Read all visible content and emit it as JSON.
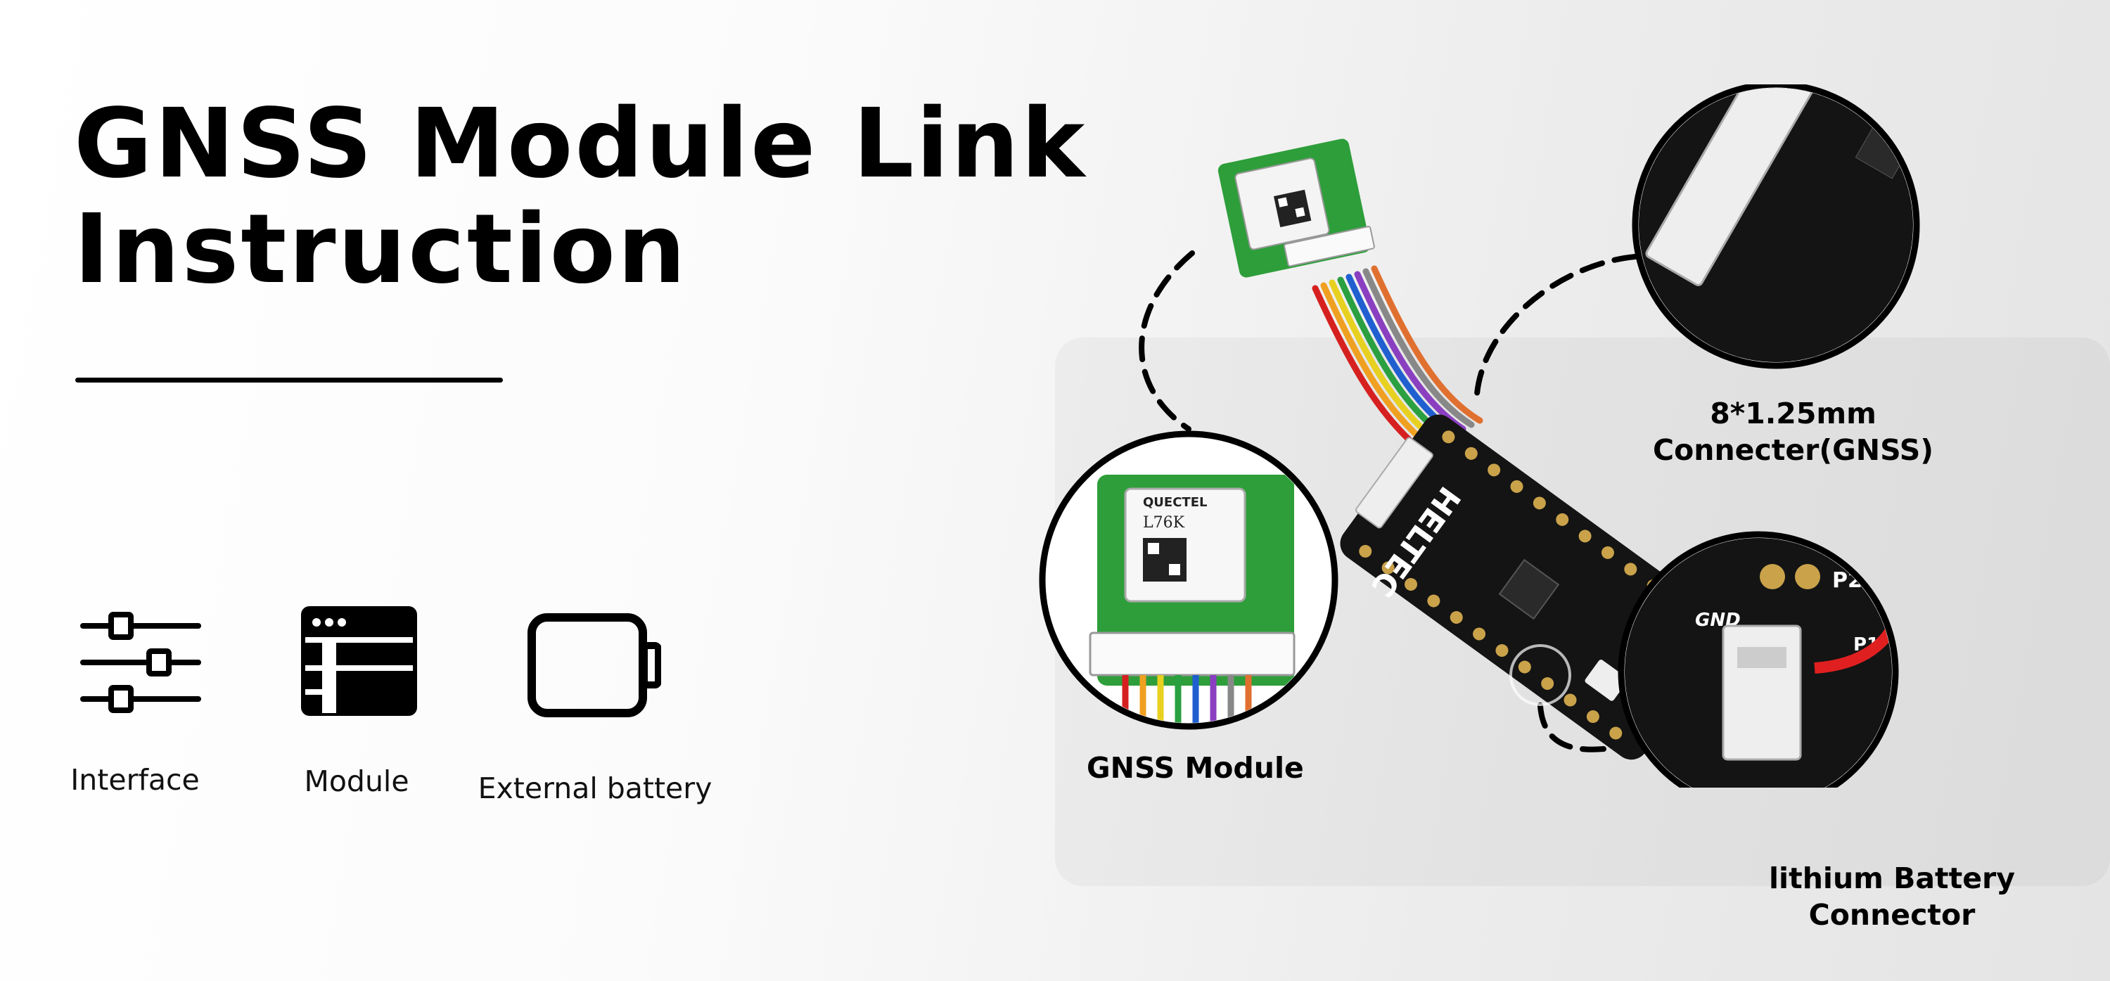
{
  "header": {
    "title_line1": "GNSS Module Link",
    "title_line2": "Instruction"
  },
  "features": [
    {
      "icon": "sliders-icon",
      "label": "Interface"
    },
    {
      "icon": "module-layout-icon",
      "label": "Module"
    },
    {
      "icon": "battery-icon",
      "label": "External battery"
    }
  ],
  "callouts": {
    "gnss_module": "GNSS Module",
    "connector_line1": "8*1.25mm",
    "connector_line2": "Connecter(GNSS)",
    "battery_line1": "lithium Battery",
    "battery_line2": "Connector"
  },
  "board": {
    "brand": "HELTEC",
    "chip_maker": "QUECTEL",
    "chip_model": "L76K",
    "label_p2": "P2",
    "label_gnd": "GND",
    "label_p1": "P1"
  },
  "colors": {
    "pcb_green": "#2e9e3a",
    "board_black": "#141414",
    "wire_colors": [
      "#d62020",
      "#f0a020",
      "#e8d020",
      "#2aa040",
      "#1f5fd0",
      "#8a3fc0",
      "#888888",
      "#e07030"
    ]
  }
}
